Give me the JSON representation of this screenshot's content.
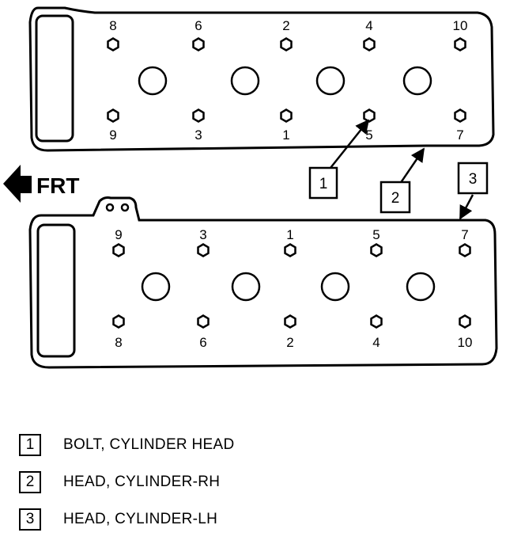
{
  "front_label": "FRT",
  "rh_head": {
    "top_numbers": [
      "8",
      "6",
      "2",
      "4",
      "10"
    ],
    "bottom_numbers": [
      "9",
      "3",
      "1",
      "5",
      "7"
    ]
  },
  "lh_head": {
    "top_numbers": [
      "9",
      "3",
      "1",
      "5",
      "7"
    ],
    "bottom_numbers": [
      "8",
      "6",
      "2",
      "4",
      "10"
    ]
  },
  "callouts": [
    "1",
    "2",
    "3"
  ],
  "legend": [
    {
      "number": "1",
      "text": "BOLT, CYLINDER HEAD"
    },
    {
      "number": "2",
      "text": "HEAD, CYLINDER-RH"
    },
    {
      "number": "3",
      "text": "HEAD, CYLINDER-LH"
    }
  ]
}
